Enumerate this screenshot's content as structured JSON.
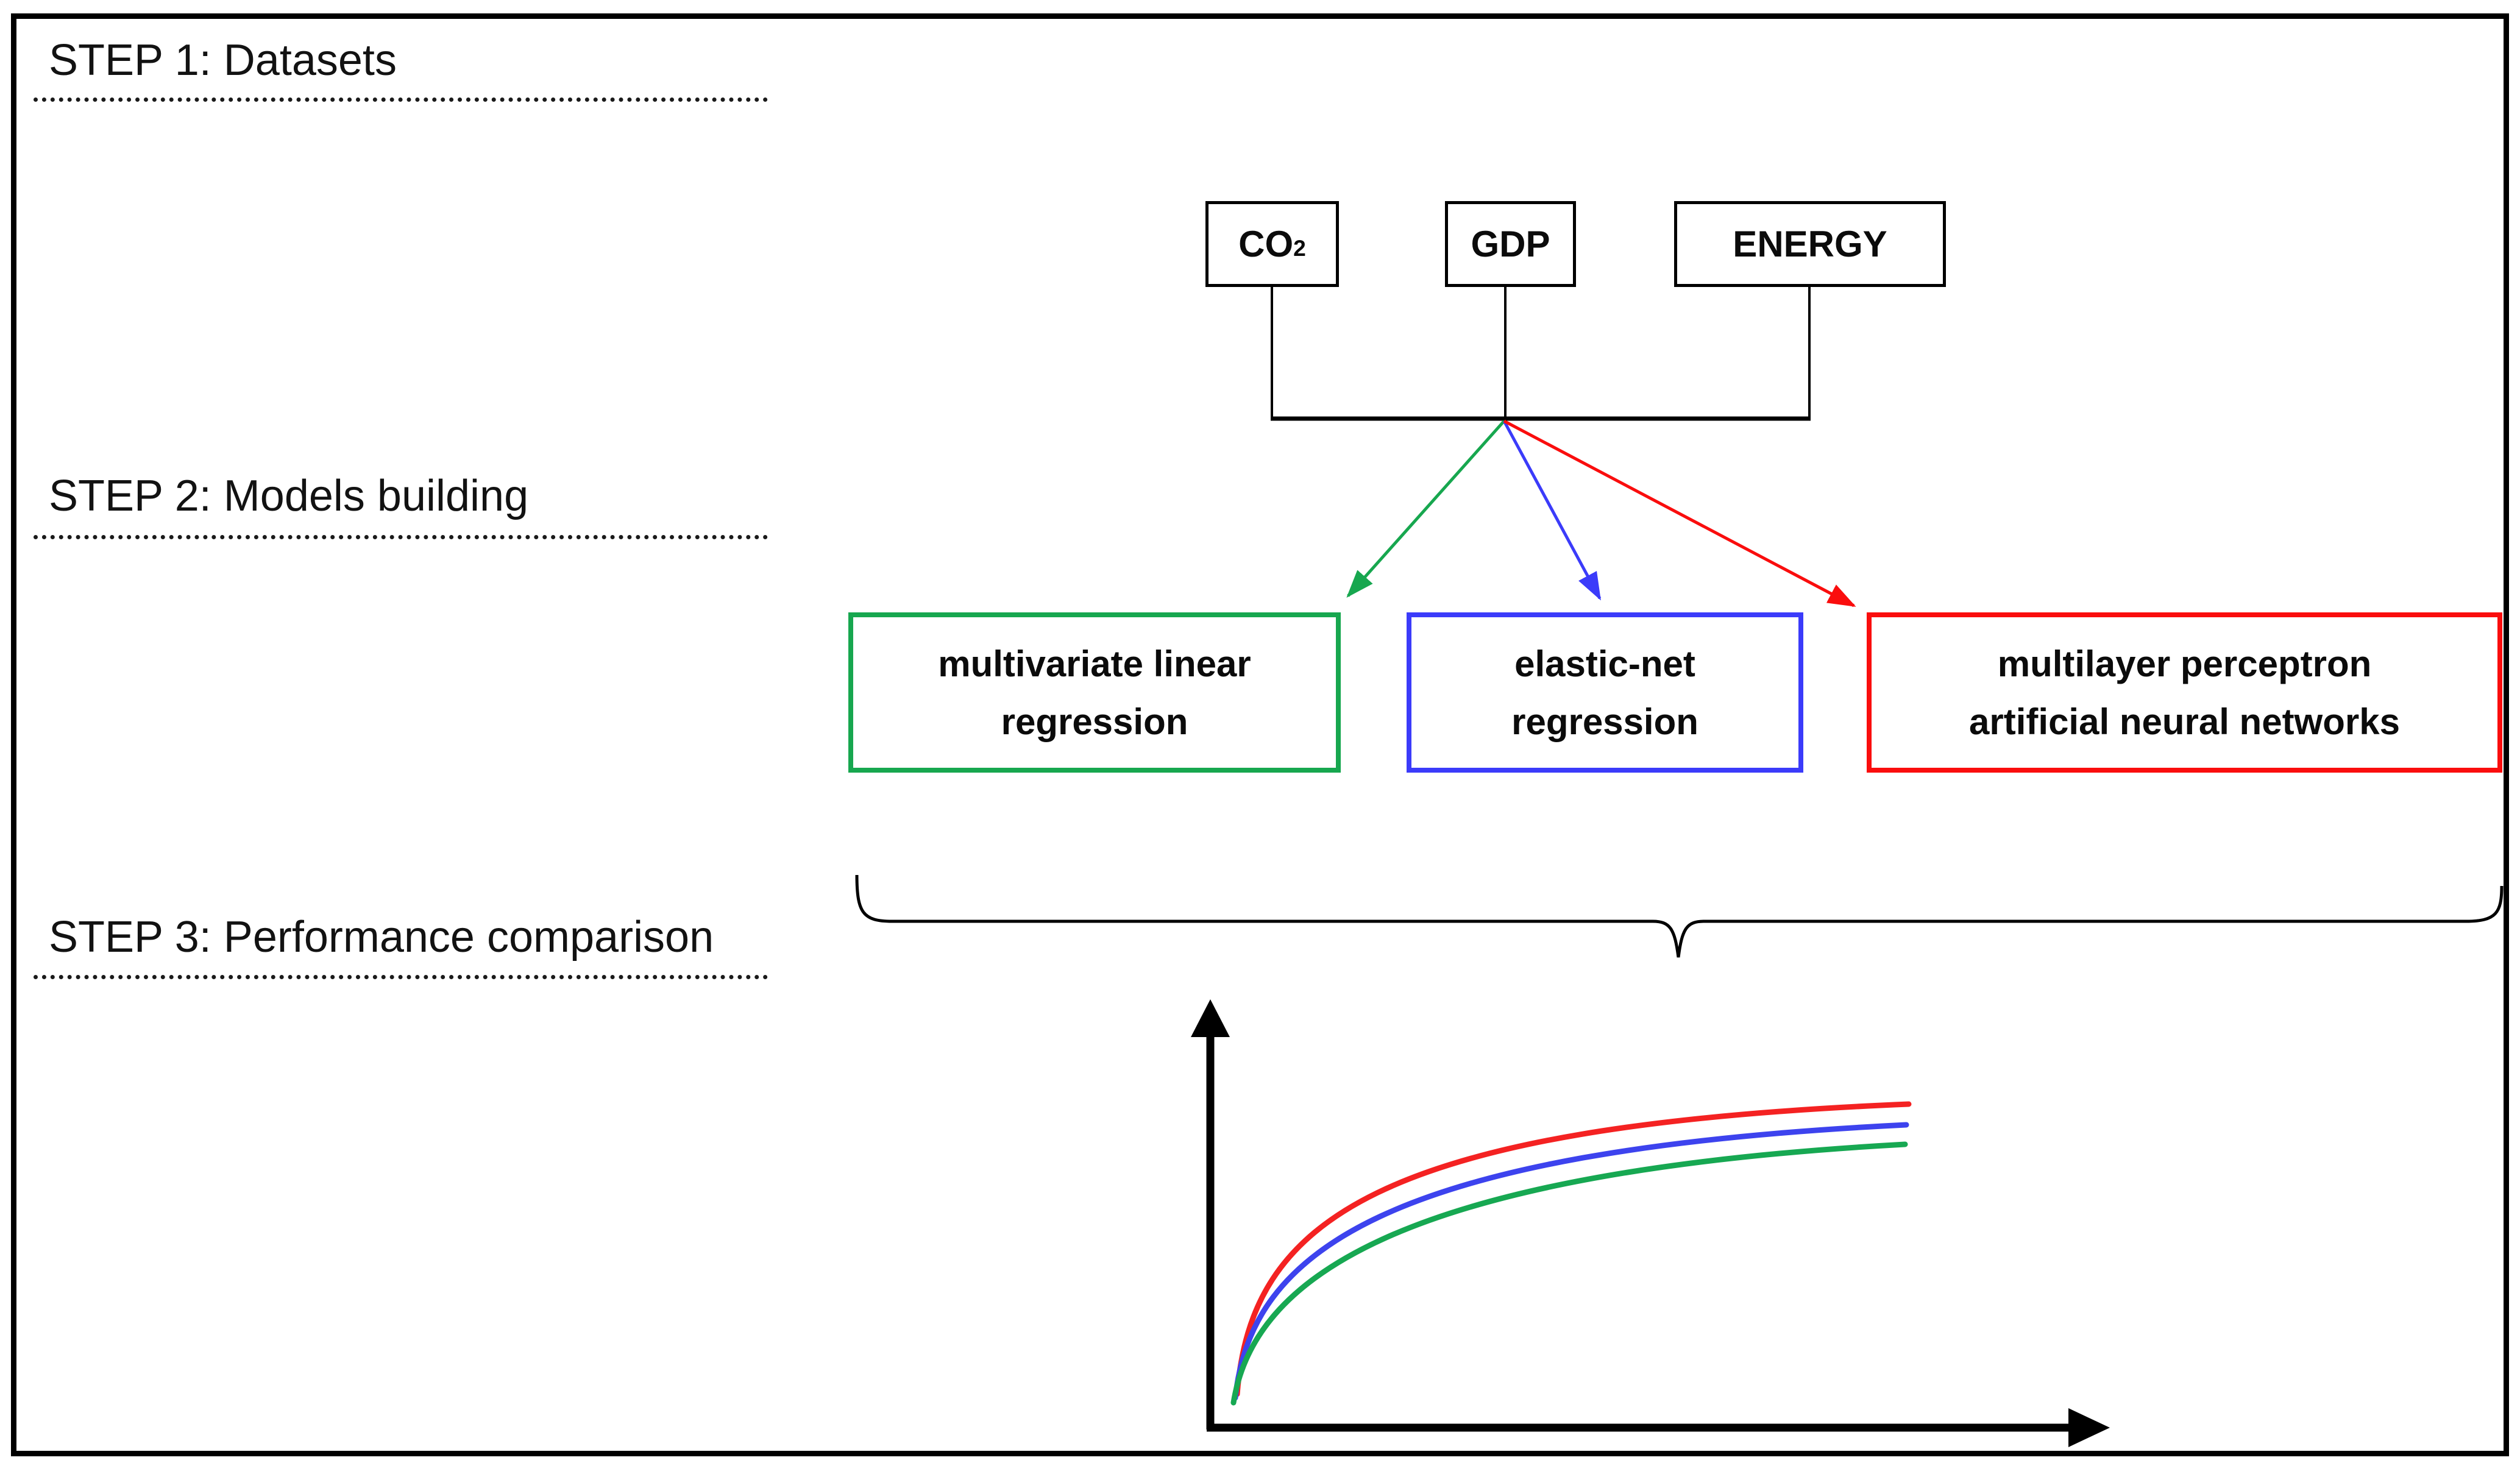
{
  "steps": [
    {
      "label": "STEP 1: Datasets"
    },
    {
      "label": "STEP 2: Models building"
    },
    {
      "label": "STEP 3: Performance comparison"
    }
  ],
  "datasets": {
    "co2": {
      "label": "CO",
      "subscript": "2"
    },
    "gdp": {
      "label": "GDP"
    },
    "energy": {
      "label": "ENERGY"
    }
  },
  "models": {
    "mlr": {
      "lines": [
        "multivariate linear",
        "regression"
      ],
      "color": "#17A74F"
    },
    "enet": {
      "lines": [
        "elastic-net",
        "regression"
      ],
      "color": "#3B3BFA"
    },
    "mlp": {
      "lines": [
        "multilayer perceptron",
        "artificial neural networks"
      ],
      "color": "#FA0D0D"
    }
  },
  "colors": {
    "green": "#17A74F",
    "blue": "#3B3BFA",
    "red": "#FA0D0D",
    "curve_red": "#F42222",
    "curve_blue": "#3D43EE",
    "curve_green": "#17A852",
    "black": "#000000"
  },
  "performance_chart": {
    "type": "line",
    "axes_labeled": false,
    "tick_labels": [],
    "curve_colors_top_to_bottom": [
      "red",
      "blue",
      "green"
    ],
    "shape": "saturating-growth"
  }
}
